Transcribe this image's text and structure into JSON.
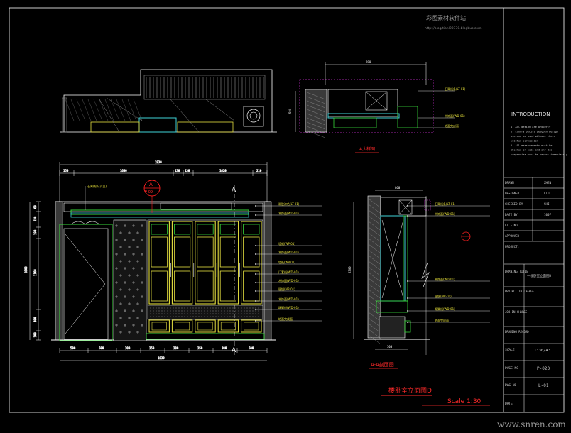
{
  "watermark_top": {
    "line1": "彩图素材软件站",
    "line2": "http://blog/tianl00370.blogbus.com"
  },
  "bottom_watermark": "www.snren.com",
  "drawings": {
    "section_a_title": "A大样图",
    "section_aa_title": "A-A剖面图",
    "main_title": "一楼卧室立面图D",
    "scale_label": "Scale 1:30",
    "callout_top": "A",
    "callout_bottom": "P-09",
    "section_mark": "A"
  },
  "title_block": {
    "introduction": "INTRODUCTION",
    "notes": [
      "1. All design are property",
      "of Luxury Decors DesQuen Design",
      "use and be used without their",
      "written permission",
      "2. All measurements must be",
      "checked on site and any dis-",
      "crepancies must be report immediately"
    ],
    "rows": [
      {
        "label": "DRAWN",
        "value": "ZHEN"
      },
      {
        "label": "DESIGNER",
        "value": "LIU"
      },
      {
        "label": "CHECKED BY",
        "value": "SHI"
      },
      {
        "label": "DATE BY",
        "value": "1007"
      },
      {
        "label": "FILE NO",
        "value": ""
      },
      {
        "label": "APPROVED",
        "value": ""
      }
    ],
    "project_label": "PROJECT:",
    "drawing_title_label": "DRAWING TITLE",
    "drawing_title_value": "一楼卧室立面图D",
    "project_in_charge": "PROJECT IN CHARGE",
    "job_in_charge": "JOB IN CHARGE",
    "drawing_record": "DRAWING RECORD",
    "scale_row": {
      "label": "SCALE",
      "value": "1:30/43"
    },
    "page_row": {
      "label": "PAGE NO",
      "value": "P-023"
    },
    "dwg_row": {
      "label": "DWG NO",
      "value": "L-01"
    },
    "date_row": {
      "label": "DATE",
      "value": ""
    }
  },
  "dimension_labels": {
    "main_total": "1930",
    "main_parts": [
      "150",
      "1600",
      "130",
      "130",
      "1620",
      "210"
    ],
    "bottom_parts": [
      "500",
      "500",
      "380",
      "350",
      "380",
      "350",
      "380",
      "500"
    ],
    "bottom_total": "1930",
    "left_total": "2800",
    "left_parts": [
      "60",
      "330",
      "190",
      "1160",
      "400",
      "100"
    ],
    "section_top": "980",
    "section_left": "500",
    "aa_height": "2300",
    "aa_bottom": "500",
    "aa_top": "860"
  },
  "annotations_main": [
    "石膏线条(详见)",
    "乳胶漆色(LT-01)",
    "木饰面(WD-01)",
    "墙纸(WP-01)",
    "木饰面(WD-01)",
    "墙纸(WP-01)",
    "门套线(WD-01)",
    "木饰面(WD-01)",
    "银镜(MR-01)",
    "木饰面(WD-01)",
    "踢脚线(WD-01)",
    "地面完成面"
  ],
  "annotations_aa": [
    "石膏线条(LT-01)",
    "木饰面(WD-01)",
    "木饰面(WD-01)",
    "银镜(MR-01)",
    "踢脚线(WD-01)",
    "地面完成面"
  ],
  "annotations_section": [
    "石膏线条(LT-01)",
    "木饰面(WD-01)",
    "地面完成面"
  ],
  "colors": {
    "background": "#000000",
    "frame": "#ffffff",
    "green": "#39d83a",
    "yellow": "#e6e040",
    "cyan": "#3fd3d8",
    "red": "#ff2020",
    "magenta": "#d030d8",
    "gray": "#8a8a8a"
  }
}
